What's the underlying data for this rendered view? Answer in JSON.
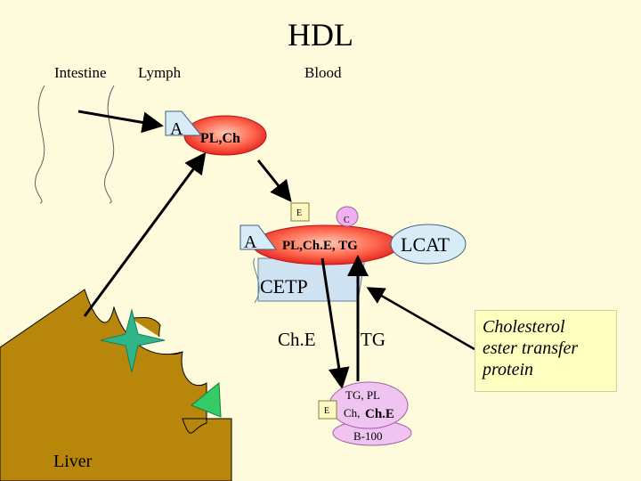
{
  "title": "HDL",
  "regions": {
    "intestine": "Intestine",
    "lymph": "Lymph",
    "blood": "Blood",
    "liver": "Liver"
  },
  "nascent_hdl": {
    "apo_label": "A",
    "content": "PL,Ch"
  },
  "mature_hdl": {
    "apo_a_label": "A",
    "apo_e_label": "E",
    "apo_c_label": "C",
    "content": "PL,Ch.E, TG",
    "enzyme_label": "LCAT"
  },
  "cetp": {
    "label": "CETP",
    "transfer_out": "Ch.E",
    "transfer_in": "TG"
  },
  "ldl": {
    "apo_e_label": "E",
    "content_line1": "TG, PL",
    "content_line2_a": "Ch, ",
    "content_line2_b": "Ch.E",
    "apo_b_label": "B-100"
  },
  "callout": {
    "text_line1": "Cholesterol",
    "text_line2": "ester transfer",
    "text_line3": "protein"
  },
  "colors": {
    "background": "#fdfbdc",
    "liver": "#b8860b",
    "star": "#2fb58a",
    "triangle": "#33cc66",
    "hdl_gradient_center": "#ffb0a0",
    "hdl_gradient_edge": "#e02020",
    "cetp_fill": "#cfe2f2",
    "ldl_fill": "#f0c4f0",
    "callout_fill": "#ffffc0"
  }
}
